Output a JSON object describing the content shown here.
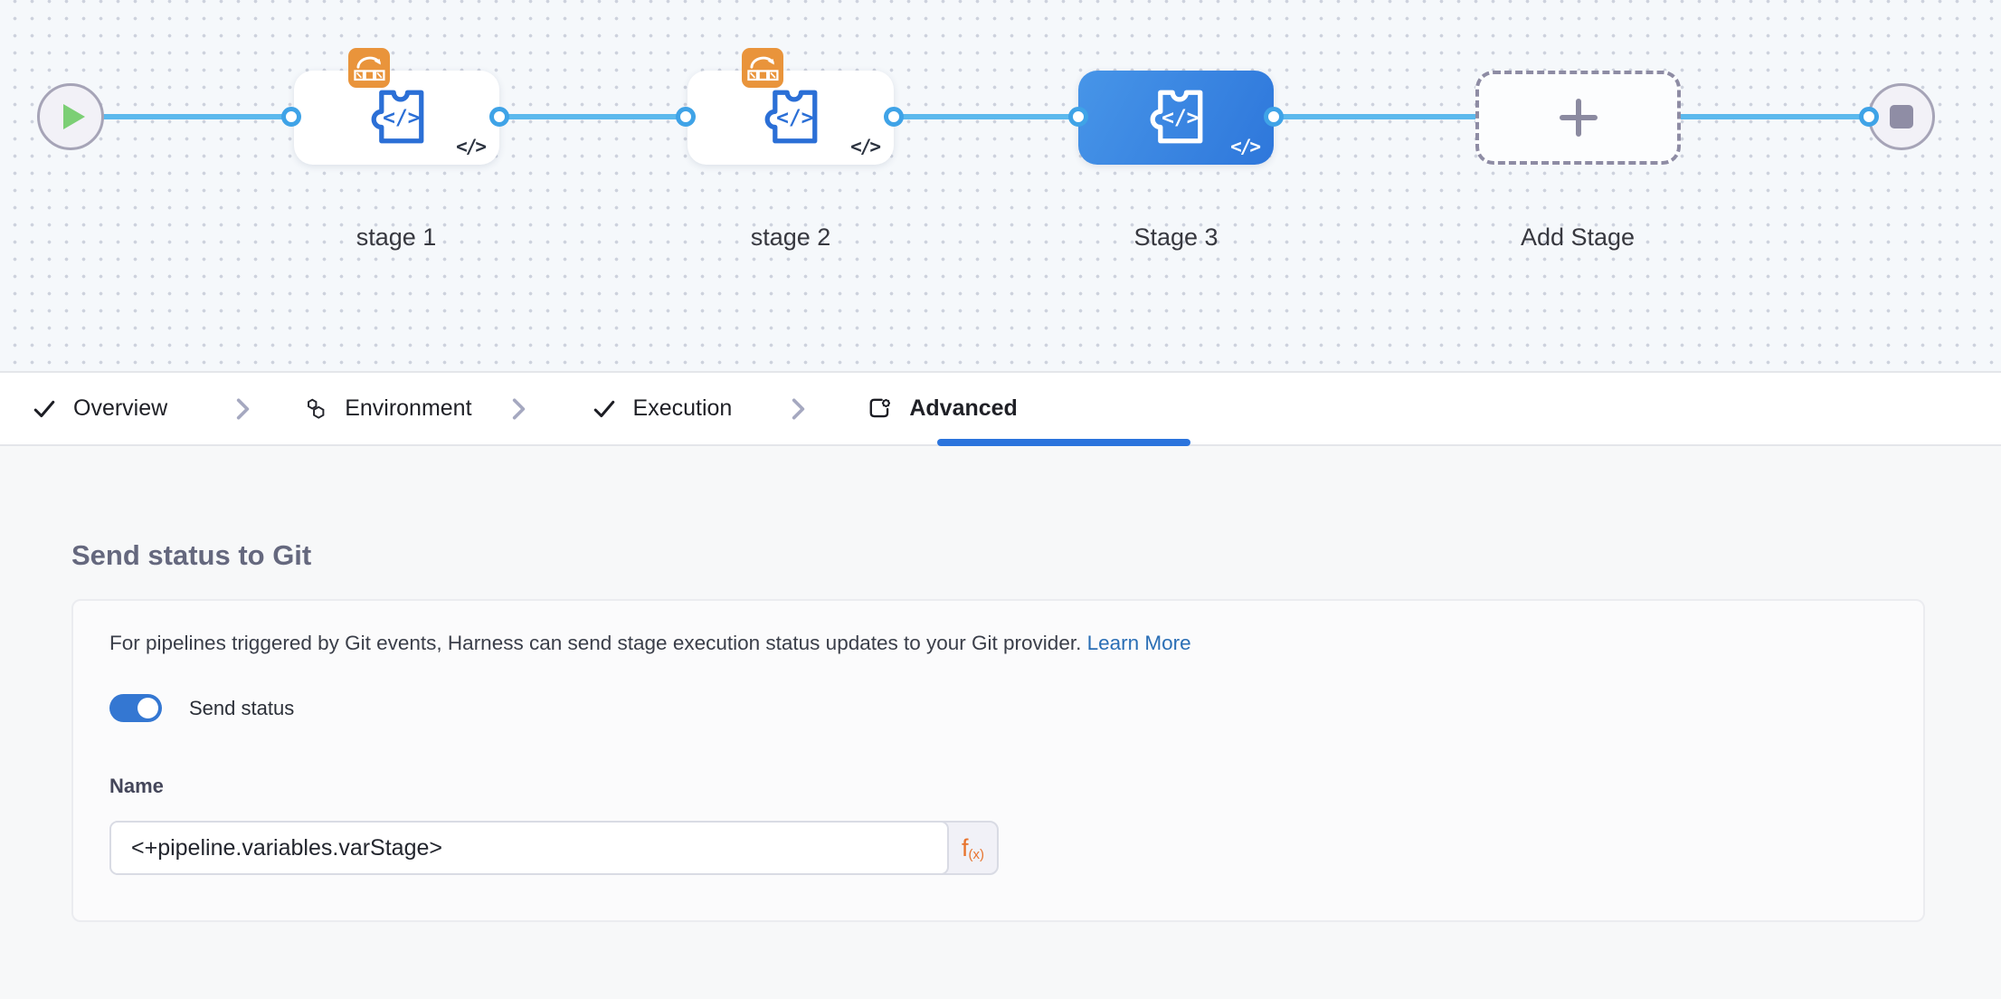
{
  "pipeline": {
    "stages": [
      {
        "label": "stage 1",
        "selected": false,
        "has_badge": true
      },
      {
        "label": "stage 2",
        "selected": false,
        "has_badge": true
      },
      {
        "label": "Stage 3",
        "selected": true,
        "has_badge": false
      }
    ],
    "add_stage_label": "Add Stage",
    "code_glyph": "</>",
    "start_node": "start",
    "end_node": "stop"
  },
  "tabs": {
    "items": [
      {
        "label": "Overview",
        "icon": "check-icon",
        "active": false
      },
      {
        "label": "Environment",
        "icon": "hexagons-icon",
        "active": false
      },
      {
        "label": "Execution",
        "icon": "check-icon",
        "active": false
      },
      {
        "label": "Advanced",
        "icon": "box-gear-icon",
        "active": true
      }
    ]
  },
  "panel": {
    "heading": "Send status to Git",
    "description": "For pipelines triggered by Git events, Harness can send stage execution status updates to your Git provider.",
    "link_label": "Learn More",
    "toggle_label": "Send status",
    "toggle_on": true,
    "name_label": "Name",
    "name_value": "<+pipeline.variables.varStage>",
    "fx_f": "f",
    "fx_sub": "(x)"
  },
  "colors": {
    "accent_blue": "#2b74dd",
    "stage_selected_gradient_start": "#4795e8",
    "stage_selected_gradient_end": "#2e77db",
    "edge_blue": "#5cb9ed",
    "port_blue": "#3fa3e7",
    "badge_orange": "#e9943b",
    "fx_orange": "#e8742e",
    "link_blue": "#2a6eb5",
    "toggle_blue": "#3477d2",
    "play_green": "#7ccf75",
    "node_gray": "#8f8da5"
  }
}
